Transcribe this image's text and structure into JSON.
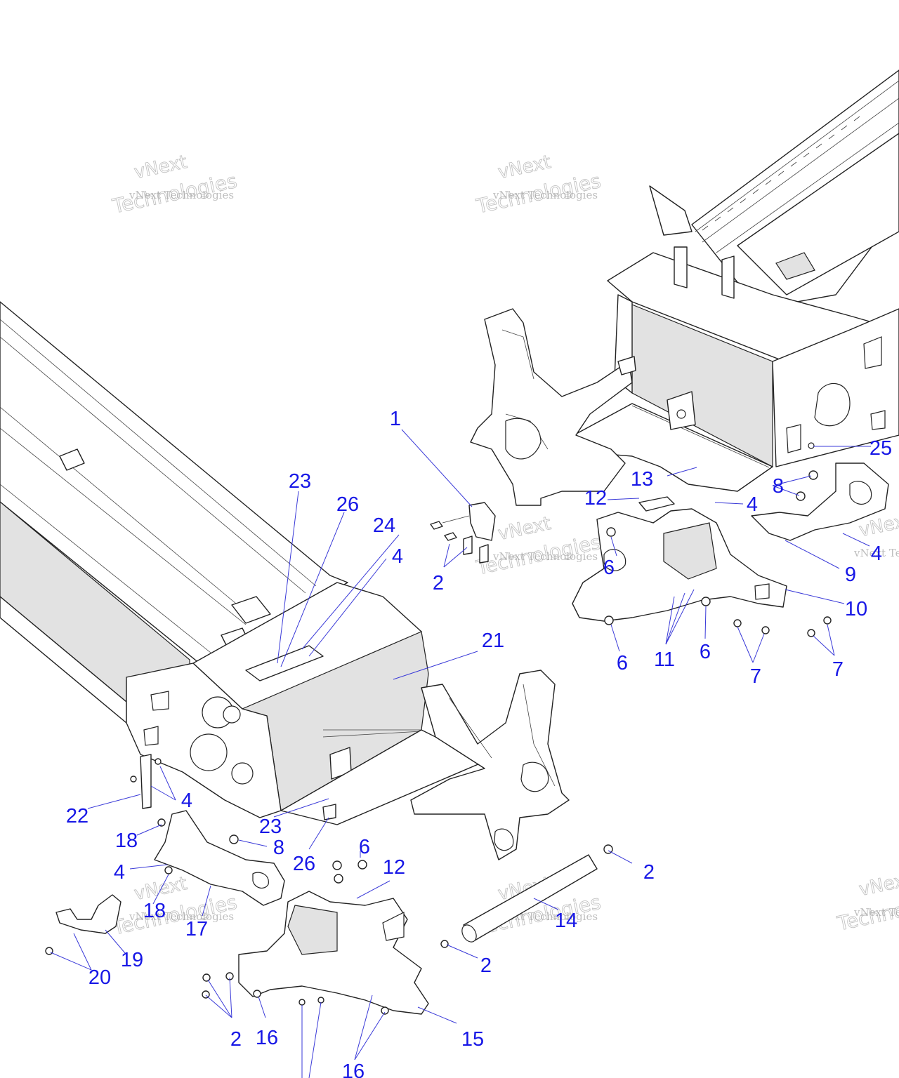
{
  "watermark": {
    "line1": "vNext",
    "line2": "vNext Technologies",
    "line3": "Technologies"
  },
  "callouts": [
    {
      "id": "c1",
      "text": "1"
    },
    {
      "id": "c2a",
      "text": "2"
    },
    {
      "id": "c2b",
      "text": "2"
    },
    {
      "id": "c2c",
      "text": "2"
    },
    {
      "id": "c2d",
      "text": "2"
    },
    {
      "id": "c4a",
      "text": "4"
    },
    {
      "id": "c4b",
      "text": "4"
    },
    {
      "id": "c4c",
      "text": "4"
    },
    {
      "id": "c4d",
      "text": "4"
    },
    {
      "id": "c4e",
      "text": "4"
    },
    {
      "id": "c6a",
      "text": "6"
    },
    {
      "id": "c6b",
      "text": "6"
    },
    {
      "id": "c6c",
      "text": "6"
    },
    {
      "id": "c6d",
      "text": "6"
    },
    {
      "id": "c7a",
      "text": "7"
    },
    {
      "id": "c7b",
      "text": "7"
    },
    {
      "id": "c8a",
      "text": "8"
    },
    {
      "id": "c8b",
      "text": "8"
    },
    {
      "id": "c9",
      "text": "9"
    },
    {
      "id": "c10",
      "text": "10"
    },
    {
      "id": "c11",
      "text": "11"
    },
    {
      "id": "c12a",
      "text": "12"
    },
    {
      "id": "c12b",
      "text": "12"
    },
    {
      "id": "c13",
      "text": "13"
    },
    {
      "id": "c14",
      "text": "14"
    },
    {
      "id": "c15",
      "text": "15"
    },
    {
      "id": "c16a",
      "text": "16"
    },
    {
      "id": "c16b",
      "text": "16"
    },
    {
      "id": "c17",
      "text": "17"
    },
    {
      "id": "c18a",
      "text": "18"
    },
    {
      "id": "c18b",
      "text": "18"
    },
    {
      "id": "c19",
      "text": "19"
    },
    {
      "id": "c20",
      "text": "20"
    },
    {
      "id": "c21",
      "text": "21"
    },
    {
      "id": "c22",
      "text": "22"
    },
    {
      "id": "c23a",
      "text": "23"
    },
    {
      "id": "c23b",
      "text": "23"
    },
    {
      "id": "c24",
      "text": "24"
    },
    {
      "id": "c25",
      "text": "25"
    },
    {
      "id": "c26a",
      "text": "26"
    },
    {
      "id": "c26b",
      "text": "26"
    }
  ]
}
